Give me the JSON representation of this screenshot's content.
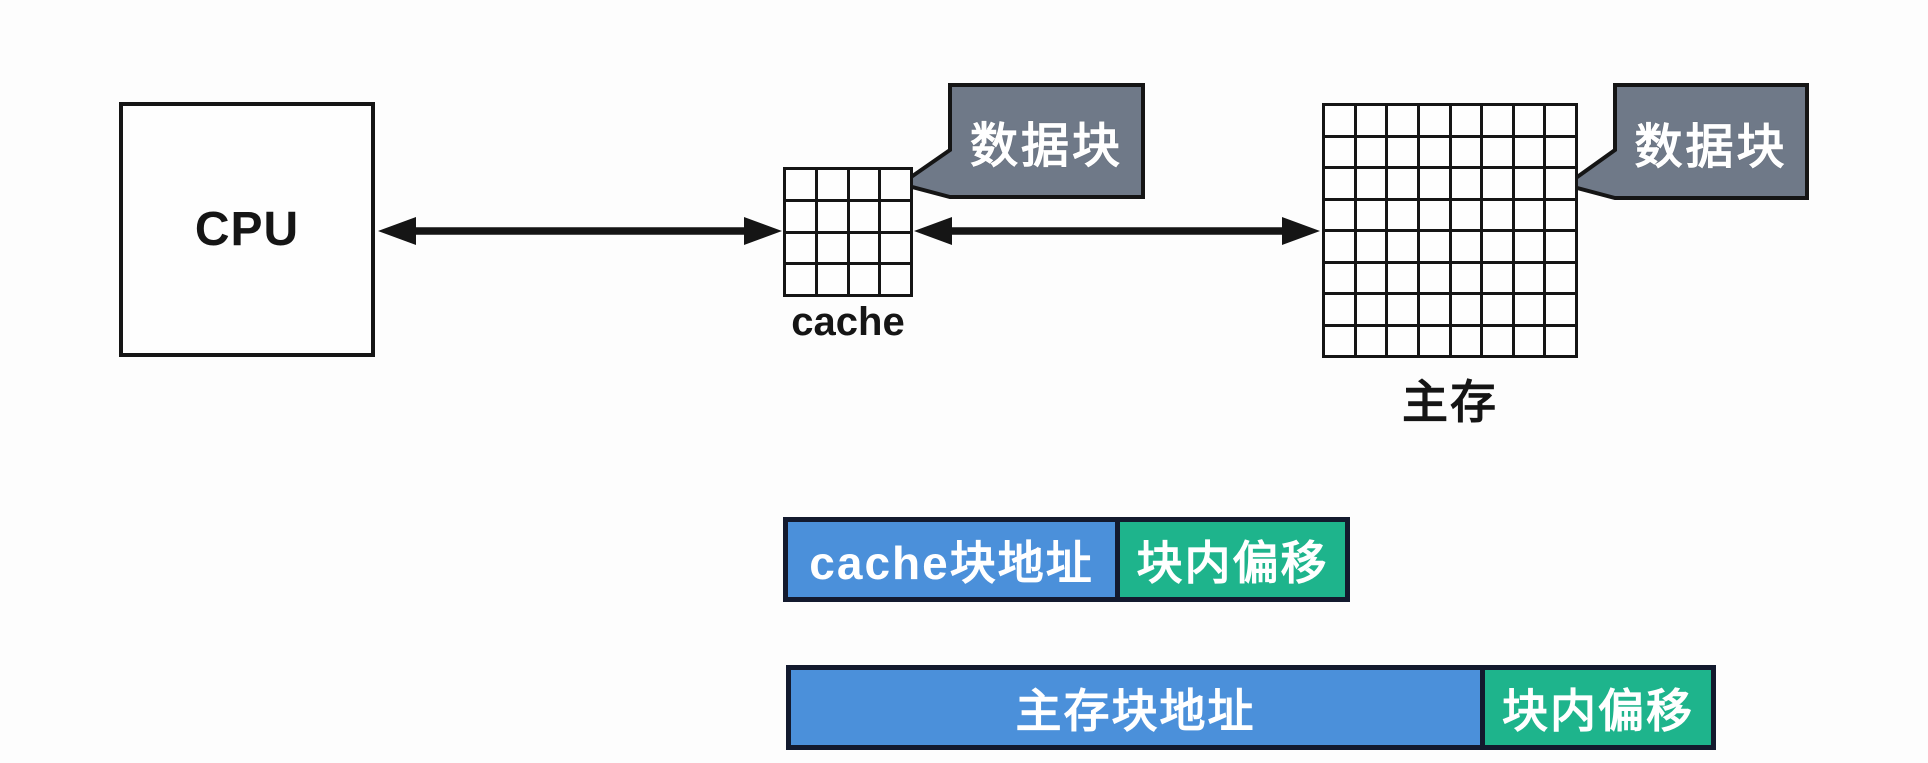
{
  "colors": {
    "blue": "#4b90da",
    "green": "#1eb48c",
    "bubble_gray": "#6f7988",
    "ink": "#151515",
    "bar_border": "#131a2e",
    "background": "#fdfdfd"
  },
  "cpu": {
    "label": "CPU"
  },
  "cache": {
    "label": "cache",
    "grid": {
      "rows": 4,
      "cols": 4
    }
  },
  "main_memory": {
    "label": "主存",
    "grid": {
      "rows": 8,
      "cols": 8
    }
  },
  "bubbles": {
    "cache_block": {
      "label": "数据块"
    },
    "memory_block": {
      "label": "数据块"
    }
  },
  "address_bars": {
    "cache": {
      "block_address": "cache块地址",
      "block_offset": "块内偏移"
    },
    "memory": {
      "block_address": "主存块地址",
      "block_offset": "块内偏移"
    }
  }
}
